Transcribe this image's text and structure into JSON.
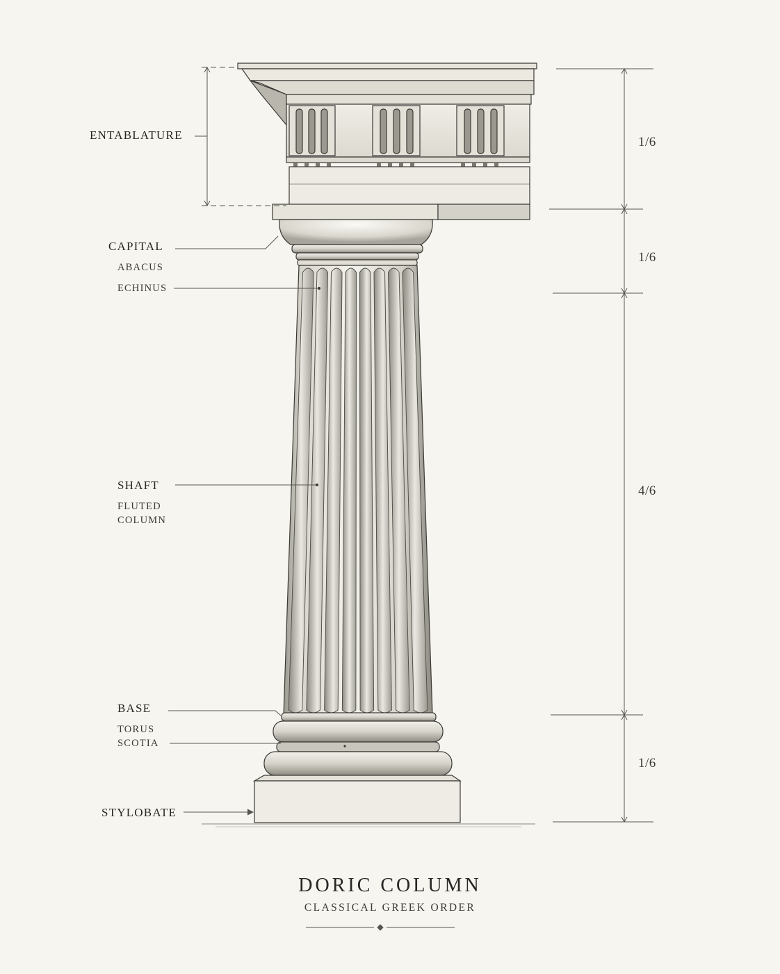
{
  "labels": {
    "entablature": "ENTABLATURE",
    "capital": "CAPITAL",
    "abacus": "ABACUS",
    "echinus": "ECHINUS",
    "shaft": "SHAFT",
    "fluted_line1": "FLUTED",
    "fluted_line2": "COLUMN",
    "base": "BASE",
    "torus": "TORUS",
    "scotia": "SCOTIA",
    "stylobate": "STYLOBATE"
  },
  "proportions": [
    "1/6",
    "1/6",
    "4/6",
    "1/6"
  ],
  "title": "DORIC COLUMN",
  "subtitle": "CLASSICAL GREEK ORDER",
  "colors": {
    "paper": "#f7f5ef",
    "ink": "#2a2a28",
    "guide": "#6b6b66",
    "shade": "#d9d6cd"
  }
}
